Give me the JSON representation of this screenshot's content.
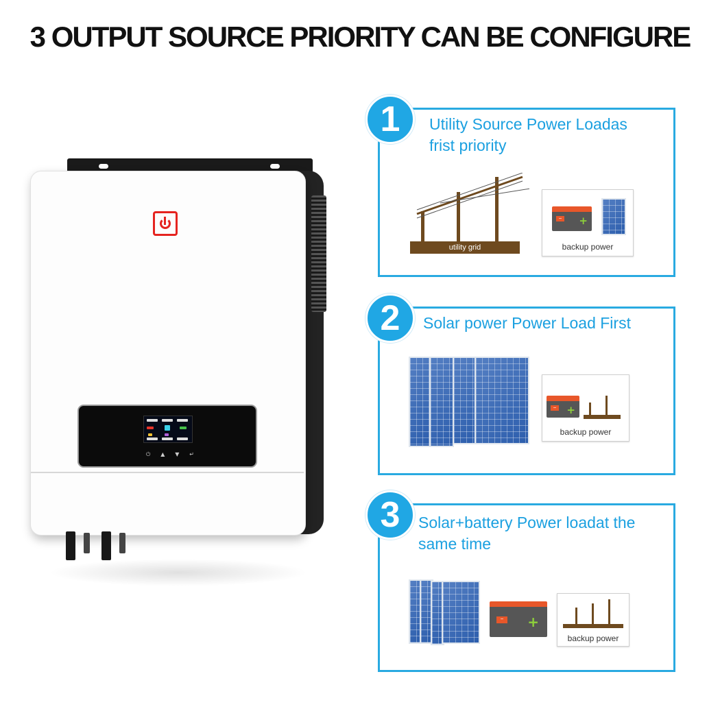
{
  "headline": "3 OUTPUT SOURCE PRIORITY CAN BE CONFIGURE",
  "colors": {
    "accent": "#29aae1",
    "badge": "#20a7e4",
    "title_text": "#1ba0e0",
    "logo_red": "#e52420",
    "ground_brown": "#6e4a1f",
    "battery_orange": "#e8572a"
  },
  "inverter": {
    "logo_icon": "power-icon",
    "keys": [
      "⏻",
      "▲",
      "▼",
      "↵"
    ]
  },
  "priorities": [
    {
      "number": "1",
      "title_line1": "Utility Source Power Loadas",
      "title_line2": "frist priority",
      "grid_label": "utility grid",
      "backup_label": "backup power"
    },
    {
      "number": "2",
      "title_line1": "Solar power Power Load First",
      "backup_label": "backup power"
    },
    {
      "number": "3",
      "title_line1": "Solar+battery Power loadat the",
      "title_line2": "same time",
      "backup_label": "backup power"
    }
  ]
}
